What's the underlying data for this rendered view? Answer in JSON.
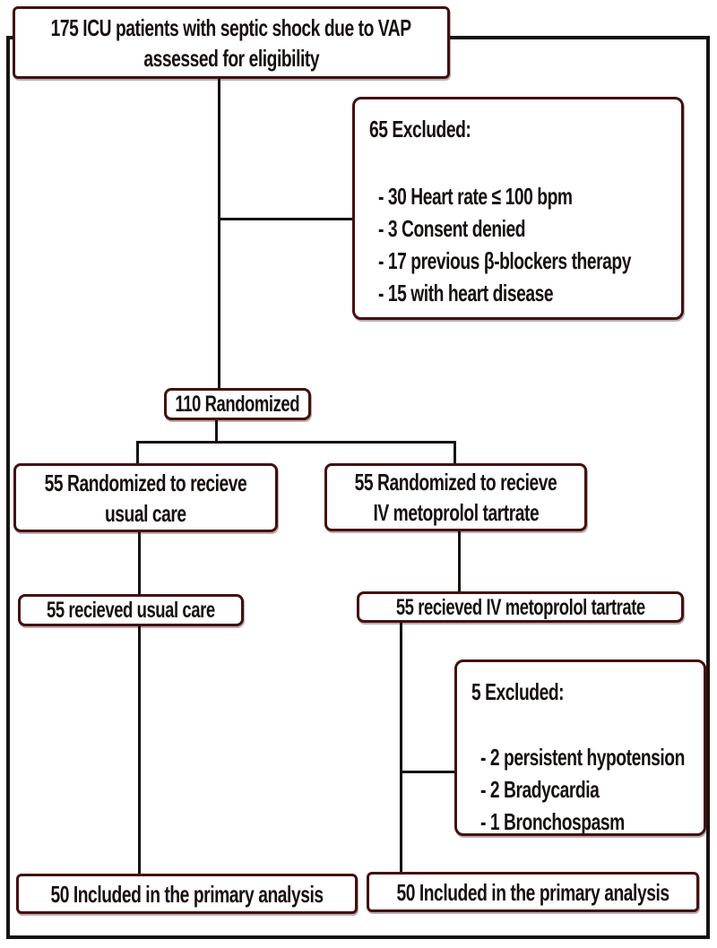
{
  "colors": {
    "box_border": "#431010",
    "connector": "#171313",
    "text": "#16100f",
    "background": "#ffffff"
  },
  "flowchart": {
    "enrollment": {
      "line1": "175 ICU patients with septic shock due to VAP",
      "line2": "assessed for eligibility"
    },
    "excluded_top": {
      "heading": "65 Excluded:",
      "items": [
        "- 30 Heart rate ≤ 100 bpm",
        "- 3 Consent denied",
        "- 17 previous β-blockers  therapy",
        "- 15 with heart disease"
      ]
    },
    "randomized": {
      "label": "110 Randomized"
    },
    "arm_usual_care": {
      "line1": "55 Randomized to recieve",
      "line2": "usual care"
    },
    "arm_metoprolol": {
      "line1": "55 Randomized to recieve",
      "line2": "IV metoprolol tartrate"
    },
    "received_usual_care": {
      "label": "55 recieved usual care"
    },
    "received_metoprolol": {
      "label": "55 recieved IV metoprolol tartrate"
    },
    "excluded_right": {
      "heading": "5 Excluded:",
      "items": [
        "- 2 persistent hypotension",
        "- 2 Bradycardia",
        "- 1 Bronchospasm"
      ]
    },
    "final_usual_care": {
      "label": "50 Included in the primary analysis"
    },
    "final_metoprolol": {
      "label": "50 Included in the primary analysis"
    }
  }
}
